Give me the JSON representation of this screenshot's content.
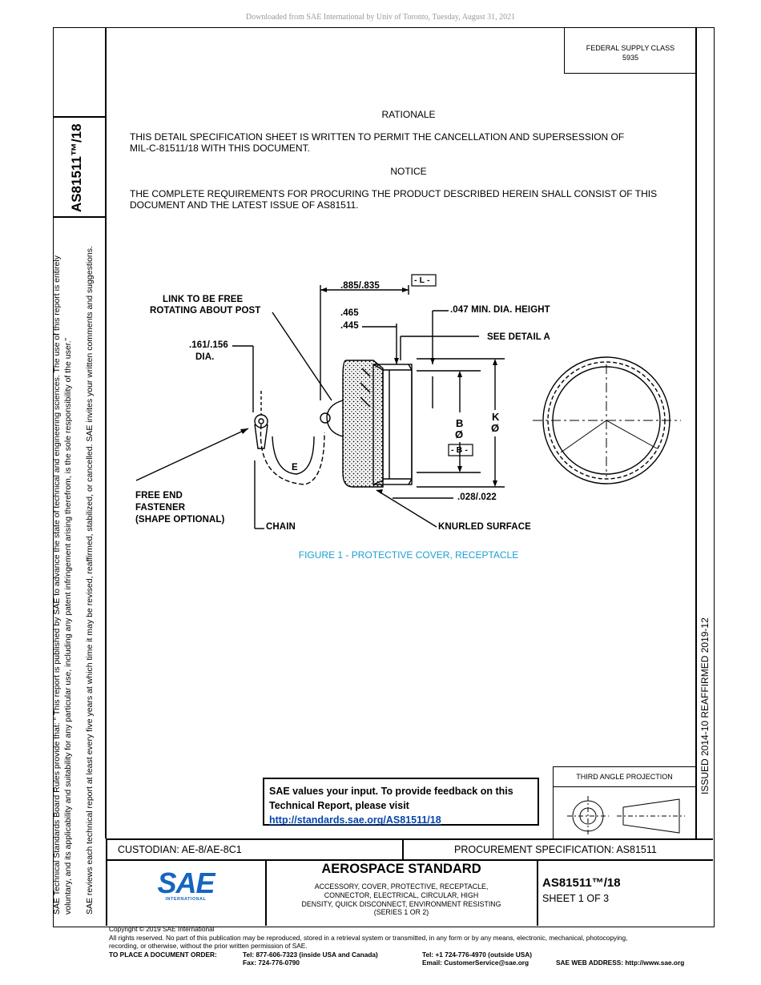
{
  "header": {
    "download_note": "Downloaded from SAE International by Univ of Toronto, Tuesday, August 31, 2021",
    "federal_supply_class": "FEDERAL SUPPLY CLASS",
    "fsc_number": "5935"
  },
  "side": {
    "doc_number": "AS81511™/18",
    "notice_line1": "SAE Technical Standards Board Rules provide that: “  This report is published by SAE to advance the state of technical and engineering sciences. The use of this report is entirely",
    "notice_line2": "voluntary, and its applicability and suitability for any particular use, including any patent infringement arising therefrom, is the sole responsibility of the user.”",
    "notice_line3": "SAE reviews each technical report at least every five years at which time it may be revised, reaffirmed, stabilized, or cancelled. SAE invites your written comments and suggestions.",
    "issued": "ISSUED 2014-10    REAFFIRMED 2019-12"
  },
  "body": {
    "rationale_title": "RATIONALE",
    "rationale_text_1": "THIS DETAIL SPECIFICATION SHEET IS WRITTEN TO PERMIT THE CANCELLATION AND SUPERSESSION OF",
    "rationale_text_2": "MIL-C-81511/18 WITH THIS DOCUMENT.",
    "notice_title": "NOTICE",
    "notice_text_1": "THE COMPLETE REQUIREMENTS FOR PROCURING THE PRODUCT DESCRIBED HEREIN SHALL CONSIST OF THIS",
    "notice_text_2": "DOCUMENT AND THE LATEST ISSUE OF AS81511."
  },
  "figure": {
    "caption": "FIGURE 1 - PROTECTIVE COVER, RECEPTACLE",
    "labels": {
      "link": "LINK TO BE FREE",
      "rotating": "ROTATING ABOUT POST",
      "dim_885": ".885/.835",
      "datum_l": "- L -",
      "dim_465": ".465",
      "dim_445": ".445",
      "min_dia": ".047 MIN. DIA. HEIGHT",
      "detail_a": "SEE DETAIL A",
      "dim_161": ".161/.156",
      "dia": "DIA.",
      "b": "B",
      "b_dia": "Ø",
      "k": "K",
      "k_dia": "Ø",
      "datum_b": "- B -",
      "e": "E",
      "free_end": "FREE END",
      "fastener": "FASTENER",
      "shape_opt": "(SHAPE OPTIONAL)",
      "dim_028": ".028/.022",
      "chain": "CHAIN",
      "knurled": "KNURLED SURFACE"
    }
  },
  "feedback": {
    "line1": "SAE values your input. To provide feedback on this",
    "line2": "Technical Report, please visit",
    "link": "http://standards.sae.org/AS81511/18"
  },
  "projection": {
    "label": "THIRD ANGLE PROJECTION"
  },
  "title_block": {
    "custodian": "CUSTODIAN: AE-8/AE-8C1",
    "procurement": "PROCUREMENT SPECIFICATION: AS81511",
    "logo_text": "SAE",
    "logo_sub": "INTERNATIONAL",
    "standard": "AEROSPACE STANDARD",
    "desc1": "ACCESSORY, COVER, PROTECTIVE, RECEPTACLE,",
    "desc2": "CONNECTOR, ELECTRICAL, CIRCULAR, HIGH",
    "desc3": "DENSITY, QUICK DISCONNECT, ENVIRONMENT RESISTING",
    "desc4": "(SERIES 1 OR 2)",
    "doc_number": "AS81511™/18",
    "sheet": "SHEET 1 OF 3"
  },
  "footer": {
    "copyright": "Copyright © 2019 SAE International",
    "rights1": "All rights reserved. No part of this publication may be reproduced, stored in a retrieval system or transmitted, in any form or by any means, electronic, mechanical, photocopying,",
    "rights2": "recording, or otherwise, without the prior written permission of SAE.",
    "order_label": "TO PLACE A DOCUMENT ORDER:",
    "tel_us": "Tel:  877-606-7323 (inside USA and Canada)",
    "fax": "Fax:  724-776-0790",
    "tel_intl": "Tel:  +1 724-776-4970 (outside USA)",
    "email": "Email:  CustomerService@sae.org",
    "web": "SAE WEB ADDRESS:  http://www.sae.org"
  }
}
